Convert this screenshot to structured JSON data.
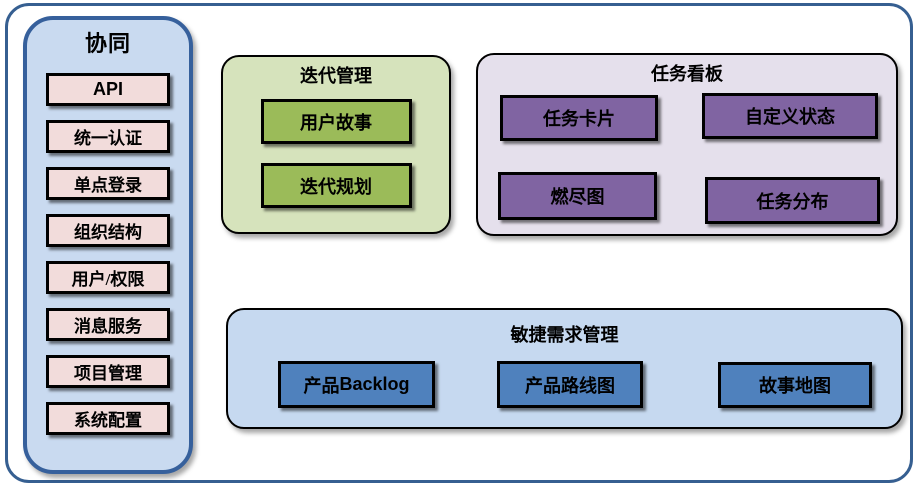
{
  "sidebar": {
    "title": "协同",
    "items": [
      "API",
      "统一认证",
      "单点登录",
      "组织结构",
      "用户/权限",
      "消息服务",
      "项目管理",
      "系统配置"
    ]
  },
  "panels": {
    "iteration": {
      "title": "迭代管理",
      "items": [
        "用户故事",
        "迭代规划"
      ]
    },
    "taskboard": {
      "title": "任务看板",
      "items": [
        "任务卡片",
        "自定义状态",
        "燃尽图",
        "任务分布"
      ]
    },
    "agile": {
      "title": "敏捷需求管理",
      "items": [
        {
          "zh": "产品",
          "en": "Backlog"
        },
        {
          "zh": "产品路线图",
          "en": ""
        },
        {
          "zh": "故事地图",
          "en": ""
        }
      ]
    }
  },
  "colors": {
    "frame_border": "#365F91",
    "sidebar_fill": "#C9DAF0",
    "sidebar_border": "#36609C",
    "sidebar_item_fill": "#F2DCDB",
    "iteration_panel_fill": "#D6E3BC",
    "iteration_item_fill": "#9BBB59",
    "taskboard_panel_fill": "#E5E0EC",
    "taskboard_item_fill": "#8064A2",
    "agile_panel_fill": "#C6D9F0",
    "agile_item_fill": "#4F81BD",
    "box_border": "#000000",
    "text": "#000000"
  }
}
